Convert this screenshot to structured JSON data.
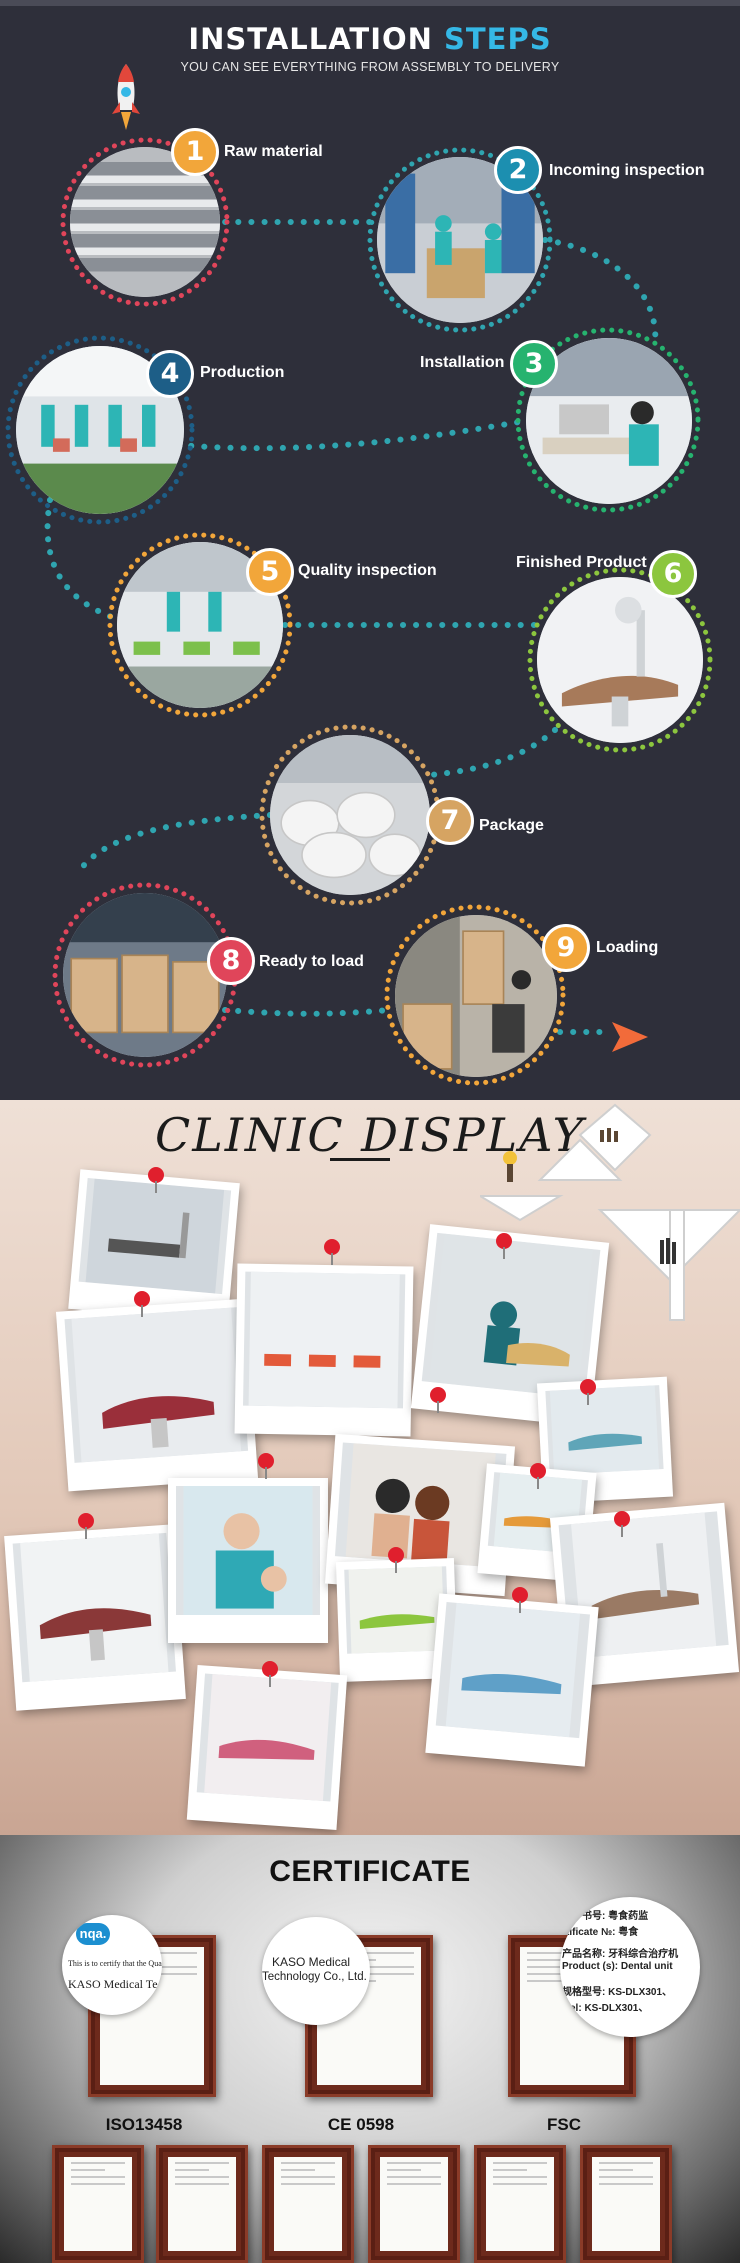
{
  "installation": {
    "title_main": "INSTALLATION ",
    "title_accent": "STEPS",
    "subtitle": "YOU CAN SEE EVERYTHING FROM ASSEMBLY TO DELIVERY",
    "colors": {
      "background": "#2e2f3a",
      "accent": "#35b8e6"
    },
    "steps": [
      {
        "number": "1",
        "label": "Raw material",
        "color": "#f2a63a"
      },
      {
        "number": "2",
        "label": "Incoming inspection",
        "color": "#1c8fb0"
      },
      {
        "number": "3",
        "label": "Installation",
        "color": "#26b36f"
      },
      {
        "number": "4",
        "label": "Production",
        "color": "#1d5e87"
      },
      {
        "number": "5",
        "label": "Quality inspection",
        "color": "#f2a63a"
      },
      {
        "number": "6",
        "label": "Finished Product",
        "color": "#8cc63e"
      },
      {
        "number": "7",
        "label": "Package",
        "color": "#d6a462"
      },
      {
        "number": "8",
        "label": "Ready to load",
        "color": "#e0455a"
      },
      {
        "number": "9",
        "label": "Loading",
        "color": "#f2a63a"
      }
    ]
  },
  "clinic": {
    "title": "CLINIC DISPLAY"
  },
  "certificate": {
    "title": "CERTIFICATE",
    "labels": [
      "ISO13458",
      "CE 0598",
      "FSC"
    ],
    "zoom_nqa": {
      "logo": "nqa.",
      "line1": "This is to certify that the Qua",
      "line2": "KASO Medical Te"
    },
    "zoom_ce": {
      "line1": "KASO Medical",
      "line2": "Technology Co., Ltd."
    },
    "zoom_fsc": {
      "line1": "书号: 粤食药监",
      "line2": "tificate №: 粤食",
      "line3": "产品名称: 牙科综合治疗机",
      "line4": "Product (s): Dental unit",
      "line5": "规格型号: KS-DLX301、",
      "line6": "el: KS-DLX301、"
    }
  }
}
